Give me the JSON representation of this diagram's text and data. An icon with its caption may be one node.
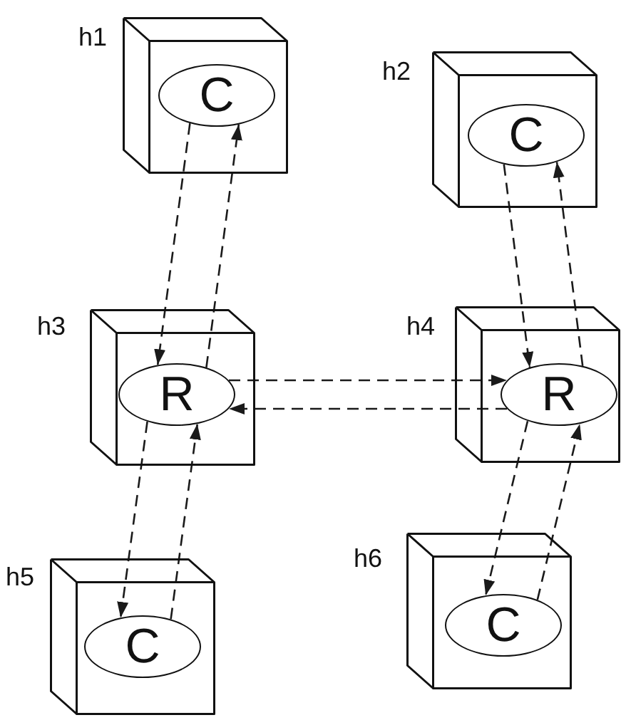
{
  "diagram": {
    "nodes": [
      {
        "text": [],
        "shape": "cube",
        "beside": [
          "h1"
        ]
      },
      {
        "text": [
          "C"
        ],
        "in": 0
      },
      {
        "text": [],
        "shape": "cube",
        "beside": [
          "h2"
        ]
      },
      {
        "text": [
          "C"
        ],
        "in": 2
      },
      {
        "text": [],
        "shape": "cube",
        "beside": [
          "h3"
        ]
      },
      {
        "text": [
          "R"
        ],
        "in": 4
      },
      {
        "text": [],
        "shape": "cube",
        "beside": [
          "h4"
        ]
      },
      {
        "text": [
          "R"
        ],
        "in": 6
      },
      {
        "text": [],
        "shape": "cube",
        "beside": [
          "h5"
        ]
      },
      {
        "text": [
          "C"
        ],
        "in": 8
      },
      {
        "text": [],
        "shape": "cube",
        "beside": [
          "h6"
        ]
      },
      {
        "text": [
          "C"
        ],
        "in": 10
      }
    ],
    "edges": [
      {
        "from": 1,
        "to": 5,
        "arrow": "to",
        "style": "dashed"
      },
      {
        "from": 5,
        "to": 1,
        "arrow": "to",
        "style": "dashed"
      },
      {
        "from": 3,
        "to": 7,
        "arrow": "to",
        "style": "dashed"
      },
      {
        "from": 7,
        "to": 3,
        "arrow": "to",
        "style": "dashed"
      },
      {
        "from": 5,
        "to": 7,
        "arrow": "to",
        "style": "dashed"
      },
      {
        "from": 7,
        "to": 5,
        "arrow": "to",
        "style": "dashed"
      },
      {
        "from": 5,
        "to": 9,
        "arrow": "to",
        "style": "dashed"
      },
      {
        "from": 9,
        "to": 5,
        "arrow": "to",
        "style": "dashed"
      },
      {
        "from": 7,
        "to": 11,
        "arrow": "to",
        "style": "dashed"
      },
      {
        "from": 11,
        "to": 7,
        "arrow": "to",
        "style": "dashed"
      }
    ]
  }
}
